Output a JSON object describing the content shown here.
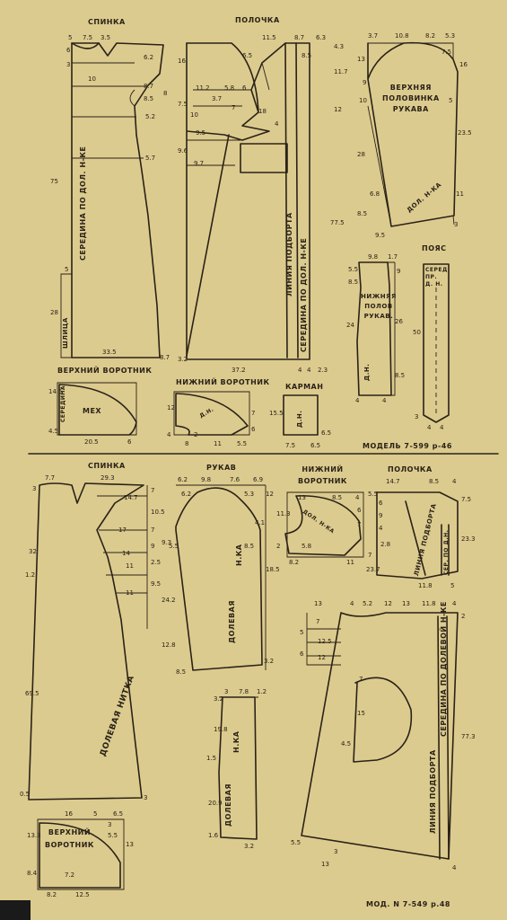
{
  "top": {
    "back_title": "СПИНКА",
    "front_title": "ПОЛОЧКА",
    "upper_sleeve": [
      "ВЕРХНЯЯ",
      "ПОЛОВИНКА",
      "РУКАВА"
    ],
    "belt_title": "ПОЯС",
    "lower_sleeve": [
      "НИЖНЯЯ",
      "ПОЛОВ",
      "РУКАВ."
    ],
    "upper_collar_title": "ВЕРХНИЙ ВОРОТНИК",
    "lower_collar_title": "НИЖНИЙ ВОРОТНИК",
    "pocket_title": "КАРМАН",
    "model": "МОДЕЛЬ 7-599 р-46",
    "fur": "МЕХ",
    "centre_back": "СЕРЕДИНА ПО ДОЛ. Н-КЕ",
    "slit": "ШЛИЦА",
    "facing_line": "ЛИНИЯ ПОДБОРТА",
    "centre_front": "СЕРЕДИНА ПО ДОЛ. Н-КЕ",
    "grain": "ДОЛ. Н-КА",
    "grain_short": "Д.Н.",
    "collar_centre": "СЕРЕДИНА",
    "belt_centre": "СЕРЕД. ПР. Д. Н."
  },
  "bottom": {
    "back_title": "СПИНКА",
    "sleeve_title": "РУКАВ",
    "lower_collar_title": [
      "НИЖНИЙ",
      "ВОРОТНИК"
    ],
    "front_title": "ПОЛОЧКА",
    "upper_collar": [
      "ВЕРХНИЙ",
      "ВОРОТНИК"
    ],
    "grain_thread": "ДОЛЕВАЯ НИТКА",
    "grain": "ДОЛЕВАЯ",
    "grain_nka": "Н.КА",
    "facing_line": "ЛИНИЯ ПОДБОРТА",
    "centre_front": "СЕРЕДИНА ПО ДОЛЕВОЙ Н-КЕ",
    "front_facing": "ЛИНИЯ ПОДБОРТА",
    "centre_grain": "СЕР. ПО Д.Н.",
    "collar_grain": "ДОЛ. Н-КА",
    "model": "МОД. N 7-549 р.48"
  },
  "numbers": {
    "t1": [
      "5",
      "7.5",
      "3.5",
      "6",
      "3",
      "6.2",
      "10",
      "8.7",
      "8.5",
      "8",
      "5.2",
      "5.7",
      "75",
      "5",
      "28",
      "33.5",
      "8.7"
    ],
    "t2": [
      "11.5",
      "8.7",
      "6.3",
      "6.5",
      "16",
      "8.5",
      "11.2",
      "5.8",
      "6",
      "3.7",
      "10",
      "7.5",
      "7",
      "18",
      "4",
      "9.5",
      "9.6",
      "9.7",
      "11.7",
      "12",
      "77.5",
      "3.2",
      "37.2",
      "4",
      "4",
      "2.3",
      "4.3"
    ],
    "t3": [
      "3.7",
      "10.8",
      "8.2",
      "5.3",
      "13",
      "9",
      "7.5",
      "16",
      "5",
      "10",
      "23.5",
      "28",
      "6.8",
      "8.5",
      "9.5",
      "3",
      "11"
    ],
    "t4": [
      "9.8",
      "1.7",
      "5.5",
      "9",
      "8.5",
      "24",
      "26",
      "8.5",
      "4",
      "4",
      "50",
      "3",
      "4",
      "4"
    ],
    "t5": [
      "14.5",
      "4.5",
      "20.5",
      "6",
      "12",
      "4",
      "8",
      "2",
      "11",
      "5.5",
      "7",
      "6",
      "15.5",
      "7.5",
      "6.5",
      "6.5"
    ],
    "b1": [
      "7.7",
      "29.3",
      "3",
      "14.7",
      "7",
      "10.5",
      "17",
      "7",
      "32",
      "14",
      "9",
      "11",
      "2.5",
      "9.3",
      "1.2",
      "11",
      "9.5",
      "69.5",
      "0.5",
      "3"
    ],
    "b2": [
      "6.2",
      "9.8",
      "7.6",
      "6.9",
      "6.2",
      "5.3",
      "12",
      "4.1",
      "8.5",
      "5.5",
      "24.2",
      "12.8",
      "18.5",
      "3.2",
      "8.5",
      "3",
      "7.8",
      "1.2",
      "3.2",
      "19.8",
      "1.5",
      "20.9",
      "1.6",
      "3.2"
    ],
    "b3": [
      "13",
      "8.5",
      "4",
      "11.3",
      "6",
      "7",
      "5.8",
      "2",
      "8.2",
      "11",
      "5.5",
      "14.7",
      "8.5",
      "4",
      "7.5",
      "6",
      "9",
      "4",
      "2.8",
      "7",
      "23.7",
      "23.3",
      "11.8",
      "5"
    ],
    "b4": [
      "13",
      "4",
      "5.2",
      "12",
      "13",
      "11.8",
      "4",
      "2",
      "7",
      "5",
      "12.5",
      "12",
      "6",
      "7",
      "15",
      "4.5",
      "77.3",
      "5.5",
      "3",
      "13",
      "4"
    ],
    "b5": [
      "16",
      "5",
      "6.5",
      "13.3",
      "3",
      "5.5",
      "13",
      "8.4",
      "7.2",
      "8.2",
      "12.5"
    ]
  }
}
